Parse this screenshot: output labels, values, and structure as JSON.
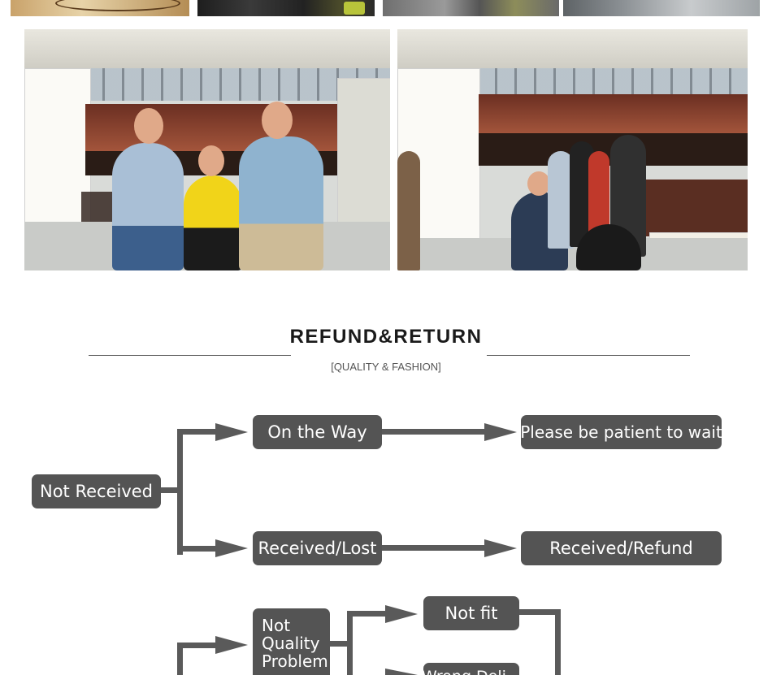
{
  "heading": {
    "title": "REFUND&RETURN",
    "subtitle": "[QUALITY & FASHION]"
  },
  "photos": {
    "top_strip_count": 4,
    "booth_photos": [
      "Trade fair booth with three visitors",
      "Trade fair booth with customers browsing"
    ]
  },
  "flow": {
    "not_received": "Not Received",
    "on_the_way": "On the Way",
    "please_wait": "Please be patient to wait",
    "received_lost": "Received/Lost",
    "received_refund": "Received/Refund",
    "not_quality_problem": "Not Quality Problem",
    "not_fit": "Not fit",
    "wrong_delivery_partial": "Wrong Deli..."
  },
  "colors": {
    "box": "#545454",
    "arrow": "#5a5a5a",
    "text": "#ffffff"
  }
}
